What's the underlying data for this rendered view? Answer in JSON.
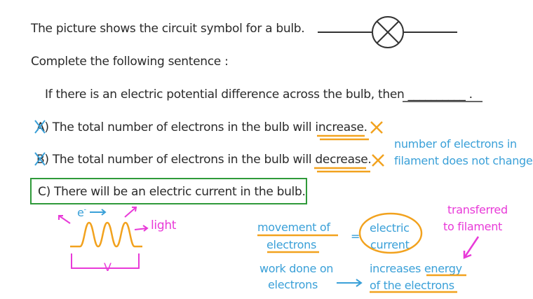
{
  "question": {
    "line1": "The picture shows the circuit symbol for a bulb.",
    "line2": "Complete the following sentence :",
    "line3": "If there is an electric potential difference across the bulb, then __________ ."
  },
  "options": [
    {
      "letter": "A)",
      "text": "The total number of electrons in the bulb will increase."
    },
    {
      "letter": "B)",
      "text": "The total number of electrons in the bulb will decrease."
    },
    {
      "letter": "C)",
      "text": "There will be an electric current in the bulb."
    }
  ],
  "notes": {
    "electrons_note_1": "number of electrons in",
    "electrons_note_2": "filament does not change",
    "electron_label": "e",
    "electron_sup": "-",
    "light_label": "light",
    "voltage_label": "V",
    "movement_1": "movement of",
    "movement_2": "electrons",
    "equals": "=",
    "current_1": "electric",
    "current_2": "current",
    "transferred_1": "transferred",
    "transferred_2": "to filament",
    "work_1": "work done on",
    "work_2": "electrons",
    "increases_1": "increases energy",
    "increases_2": "of the electrons"
  },
  "colors": {
    "text": "#2a2a2a",
    "blue_note": "#3aa0d8",
    "pink_note": "#e83ad8",
    "orange_mark": "#f2a21e",
    "green_box": "#2f9a3a"
  },
  "icons": [
    "bulb-symbol-icon",
    "cross-mark-icon",
    "filament-coil-icon",
    "arrow-icon"
  ]
}
